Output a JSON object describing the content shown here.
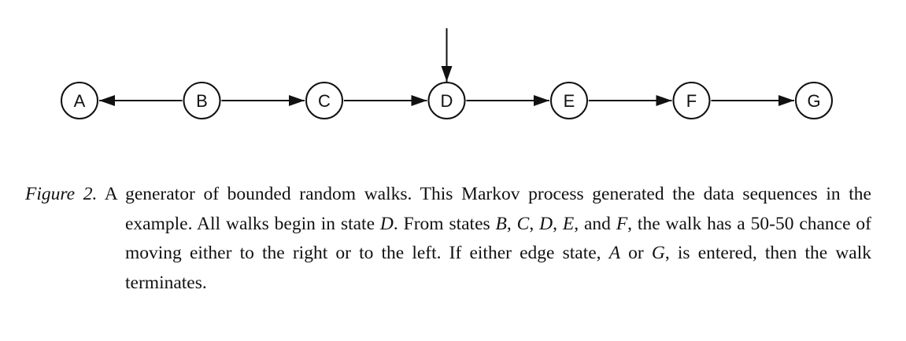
{
  "diagram": {
    "start_node": "D",
    "nodes": [
      {
        "id": "A",
        "label": "A"
      },
      {
        "id": "B",
        "label": "B"
      },
      {
        "id": "C",
        "label": "C"
      },
      {
        "id": "D",
        "label": "D"
      },
      {
        "id": "E",
        "label": "E"
      },
      {
        "id": "F",
        "label": "F"
      },
      {
        "id": "G",
        "label": "G"
      }
    ],
    "edges": [
      {
        "from": "B",
        "to": "A",
        "bidirectional": false
      },
      {
        "from": "B",
        "to": "C",
        "bidirectional": true
      },
      {
        "from": "C",
        "to": "D",
        "bidirectional": true
      },
      {
        "from": "D",
        "to": "E",
        "bidirectional": true
      },
      {
        "from": "E",
        "to": "F",
        "bidirectional": true
      },
      {
        "from": "F",
        "to": "G",
        "bidirectional": false
      }
    ],
    "colors": {
      "stroke": "#111111",
      "fill": "#ffffff"
    }
  },
  "caption": {
    "label": "Figure 2.",
    "text_1": " A generator of bounded random walks.  This Markov process generated the data sequences in the example. All walks begin in state ",
    "var_1": "D",
    "text_2": ". From states ",
    "var_2": "B",
    "text_3": ", ",
    "var_3": "C",
    "text_4": ", ",
    "var_4": "D",
    "text_5": ", ",
    "var_5": "E",
    "text_6": ", and ",
    "var_6": "F",
    "text_7": ", the walk has a 50-50 chance of moving either to the right or to the left.  If either edge state, ",
    "var_7": "A",
    "text_8": " or ",
    "var_8": "G",
    "text_9": ", is entered, then the walk terminates."
  }
}
